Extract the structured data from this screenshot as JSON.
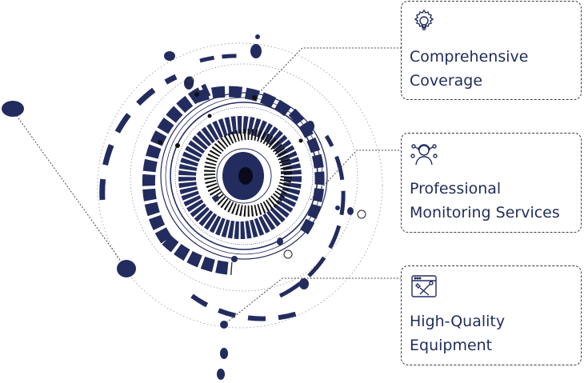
{
  "features": [
    {
      "label_line1": "Comprehensive",
      "label_line2": "Coverage",
      "icon": "gear-bulb-icon"
    },
    {
      "label_line1": "Professional",
      "label_line2": "Monitoring Services",
      "icon": "monitoring-agent-icon"
    },
    {
      "label_line1": "High-Quality",
      "label_line2": "Equipment",
      "icon": "browser-tools-icon"
    }
  ],
  "colors": {
    "navy": "#232c5e",
    "text": "#1f2d5a",
    "line": "#444444"
  }
}
